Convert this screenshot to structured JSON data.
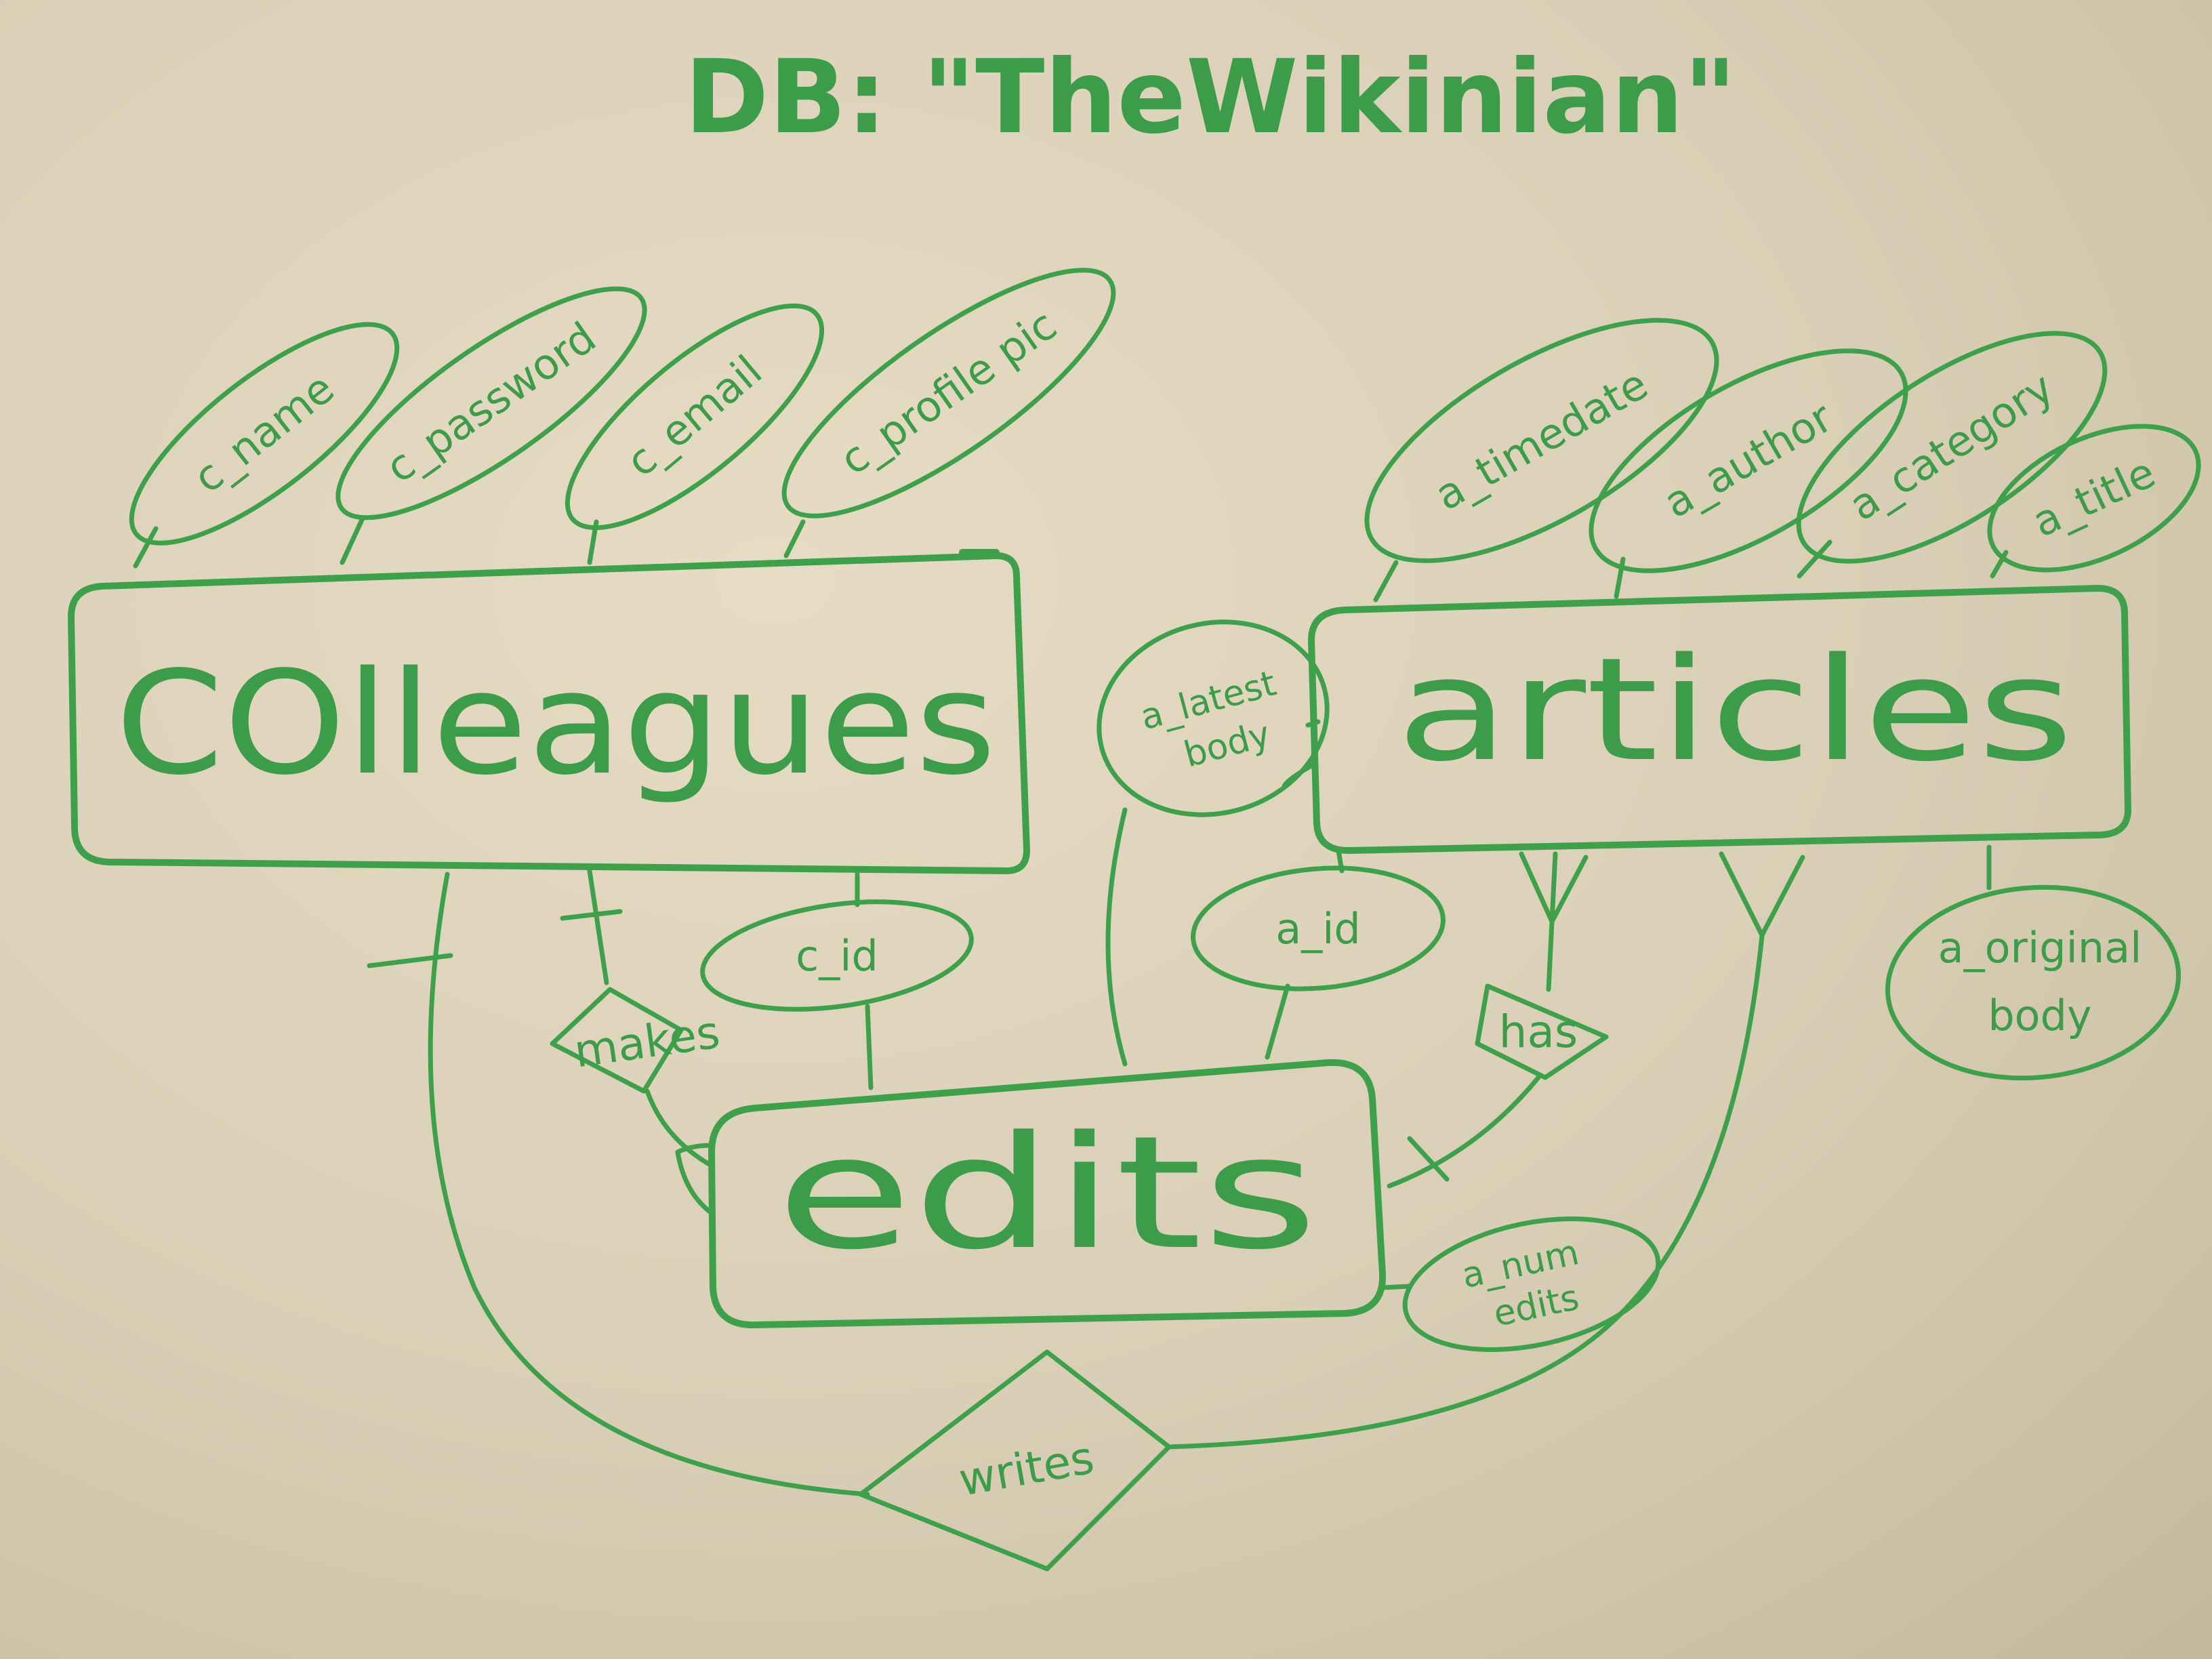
{
  "title": "DB: \"TheWikinian\"",
  "entities": {
    "colleagues": "COlleagues",
    "articles": "articles",
    "edits": "edits"
  },
  "colleague_attributes": [
    "c_name",
    "c_password",
    "c_email",
    "c_profile pic"
  ],
  "article_attributes": [
    "a_timedate",
    "a_author",
    "a_category",
    "a_title"
  ],
  "other_attributes": {
    "c_id": "c_id",
    "a_id": "a_id",
    "a_latest_line1": "a_latest",
    "a_latest_line2": "body",
    "a_original_line1": "a_original",
    "a_original_line2": "body",
    "a_num_line1": "a_num",
    "a_num_line2": "edits"
  },
  "relationships": {
    "makes": "makes",
    "has": "has",
    "writes": "writes"
  },
  "colors": {
    "ink": "#3fa04c",
    "board": "#d9cfb6"
  }
}
